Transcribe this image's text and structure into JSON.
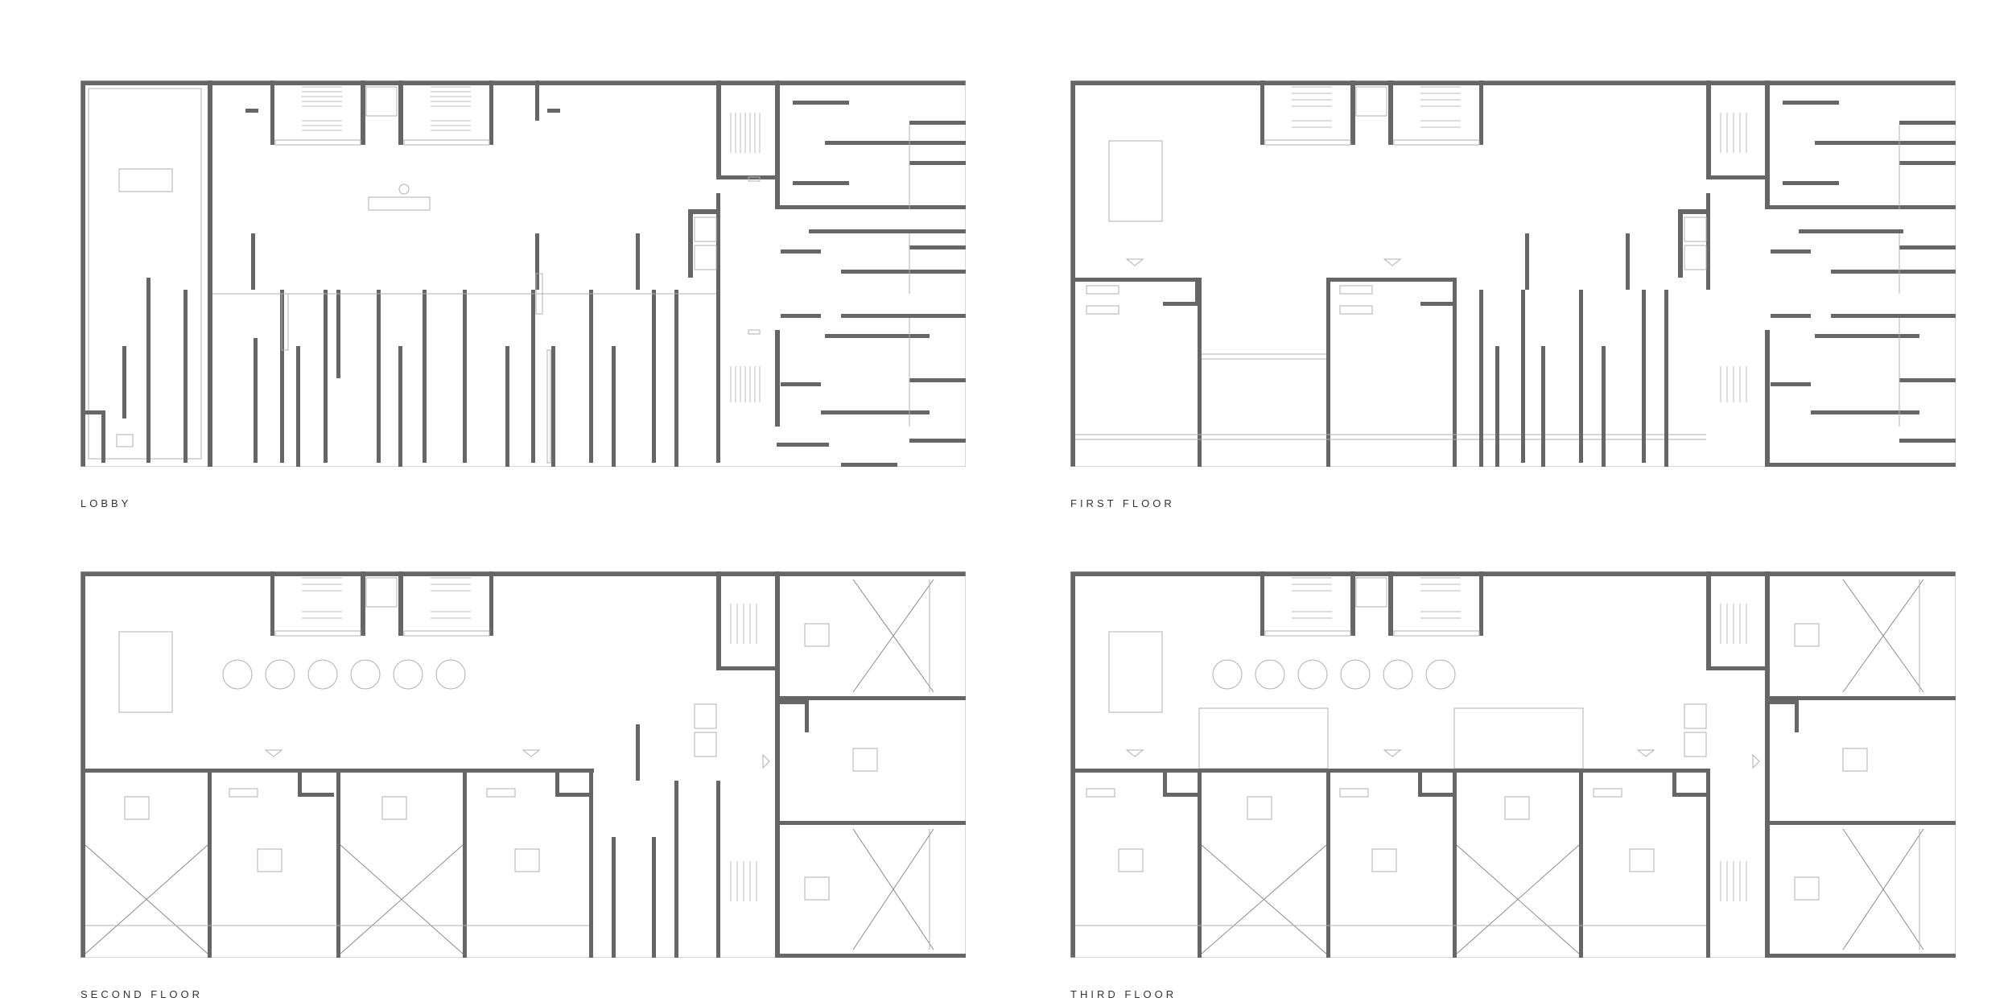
{
  "drawing": {
    "wall_color": "#666666",
    "line_color": "#b0b0b0",
    "background": "#ffffff"
  },
  "plans": [
    {
      "id": "lobby",
      "label": "LOBBY"
    },
    {
      "id": "first-floor",
      "label": "FIRST FLOOR"
    },
    {
      "id": "second-floor",
      "label": "SECOND FLOOR"
    },
    {
      "id": "third-floor",
      "label": "THIRD FLOOR"
    }
  ]
}
